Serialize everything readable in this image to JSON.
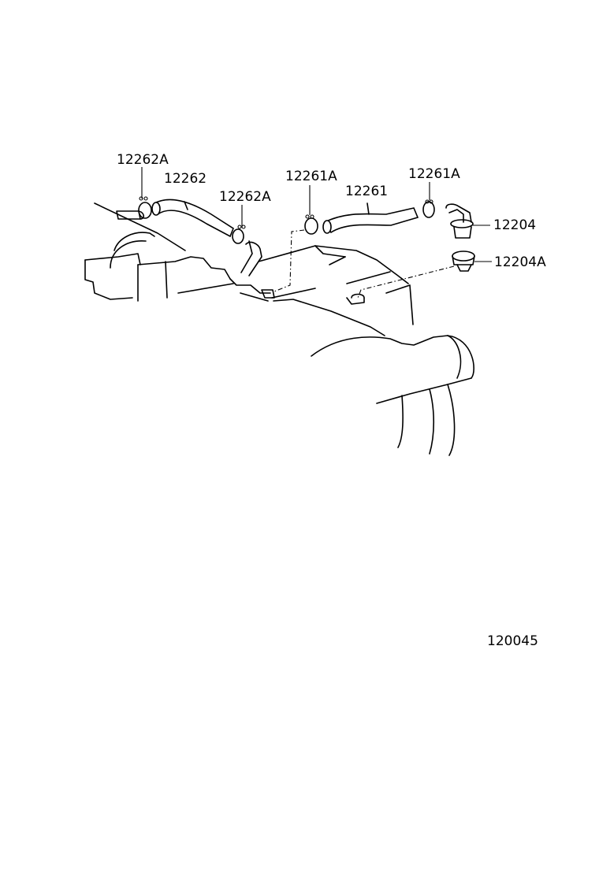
{
  "diagram": {
    "callouts": {
      "hose_clip_left_upper": "12262A",
      "hose_left": "12262",
      "hose_clip_left_lower": "12262A",
      "hose_clip_right_left": "12261A",
      "hose_right": "12261",
      "hose_clip_right_right": "12261A",
      "pcv_valve": "12204",
      "grommet": "12204A"
    },
    "figure_number": "120045"
  }
}
